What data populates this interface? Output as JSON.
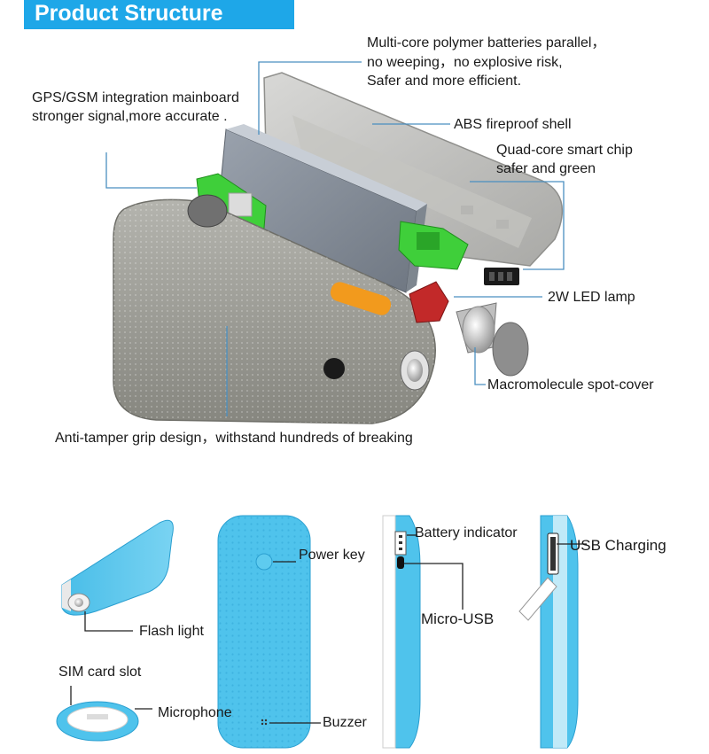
{
  "colors": {
    "banner": "#1ea7e8",
    "device_top": "#4fc3ec",
    "device_gray": "#9a9a94",
    "board_green": "#3fcf3a",
    "leader_line": "#4a8fc0"
  },
  "banner": {
    "title": "Product Structure"
  },
  "exploded_view": {
    "battery": {
      "line1": "Multi-core polymer batteries parallel，",
      "line2": "no weeping，no explosive risk,",
      "line3": "Safer and more efficient."
    },
    "mainboard": {
      "line1": "GPS/GSM integration mainboard",
      "line2": "stronger signal,more accurate ."
    },
    "shell": "ABS fireproof shell",
    "chip": {
      "line1": "Quad-core smart chip",
      "line2": "safer and green"
    },
    "led": "2W LED lamp",
    "cover": "Macromolecule spot-cover",
    "grip": "Anti-tamper grip design，withstand hundreds of breaking"
  },
  "bottom_view": {
    "flash": "Flash light",
    "sim": "SIM card slot",
    "microphone": "Microphone",
    "power": "Power key",
    "buzzer": "Buzzer",
    "battery_indicator": "Battery indicator",
    "micro_usb": "Micro-USB",
    "usb_charging": "USB Charging"
  }
}
